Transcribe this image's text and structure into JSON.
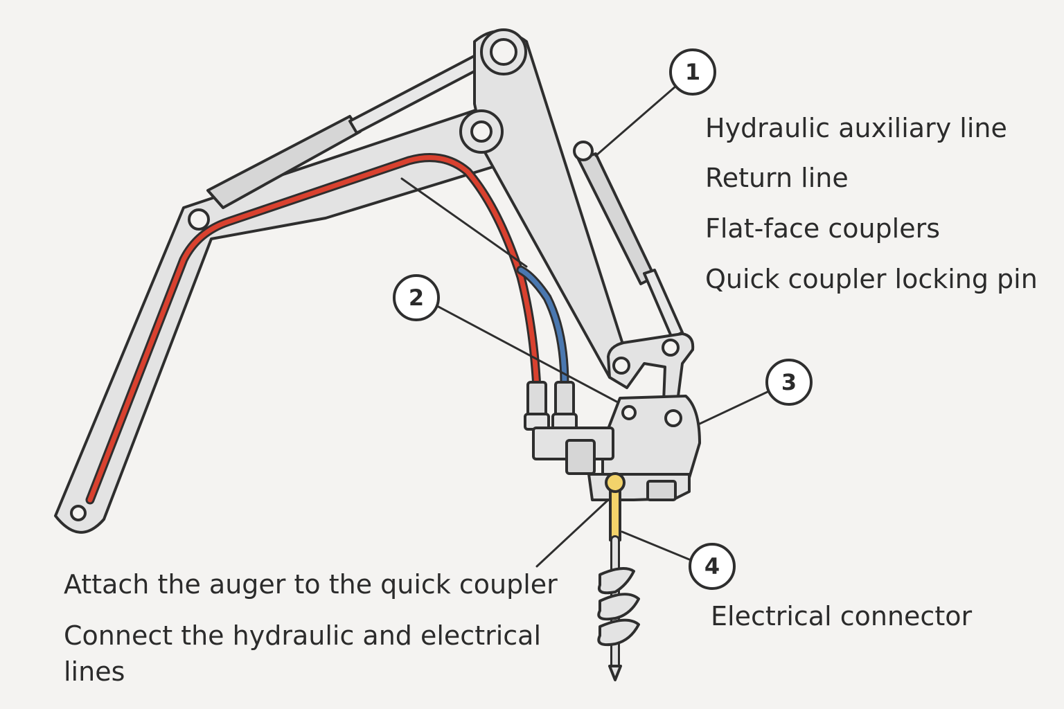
{
  "callouts": [
    "1",
    "2",
    "3",
    "4"
  ],
  "labels": {
    "hydraulic_auxiliary_line": "Hydraulic auxiliary line",
    "return_line": "Return line",
    "flat_face_couplers": "Flat-face couplers",
    "quick_coupler_locking_pin": "Quick coupler locking pin",
    "electrical_connector": "Electrical connector"
  },
  "steps": [
    "Attach the auger to the quick coupler",
    "Connect the hydraulic and electrical lines"
  ],
  "colors": {
    "background": "#f4f3f1",
    "outline": "#2e2e2e",
    "metal": "#e3e3e3",
    "hydraulic_red": "#d9412f",
    "return_blue": "#4a78b0",
    "pin_yellow": "#f3d36b"
  }
}
